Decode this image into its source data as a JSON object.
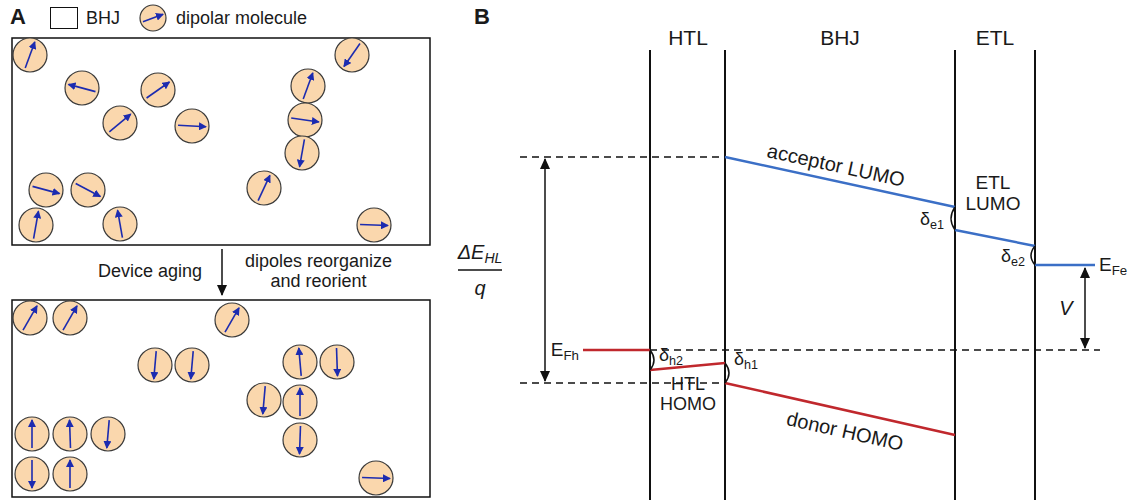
{
  "diagram": {
    "labels": [
      "A",
      "B",
      "Device aging",
      "dipoles reorganize and reorient",
      "HTL",
      "BHJ",
      "ETL",
      "acceptor LUMO",
      "ETL LUMO",
      "δe1",
      "δe2",
      "EFe",
      "V",
      "ΔEHL",
      "q",
      "EFh",
      "δh2",
      "HTL HOMO",
      "δh1",
      "donor HOMO"
    ],
    "legend": [
      {
        "text": "BHJ",
        "color": "#ffffff"
      },
      {
        "text": "dipolar molecule"
      }
    ]
  }
}
